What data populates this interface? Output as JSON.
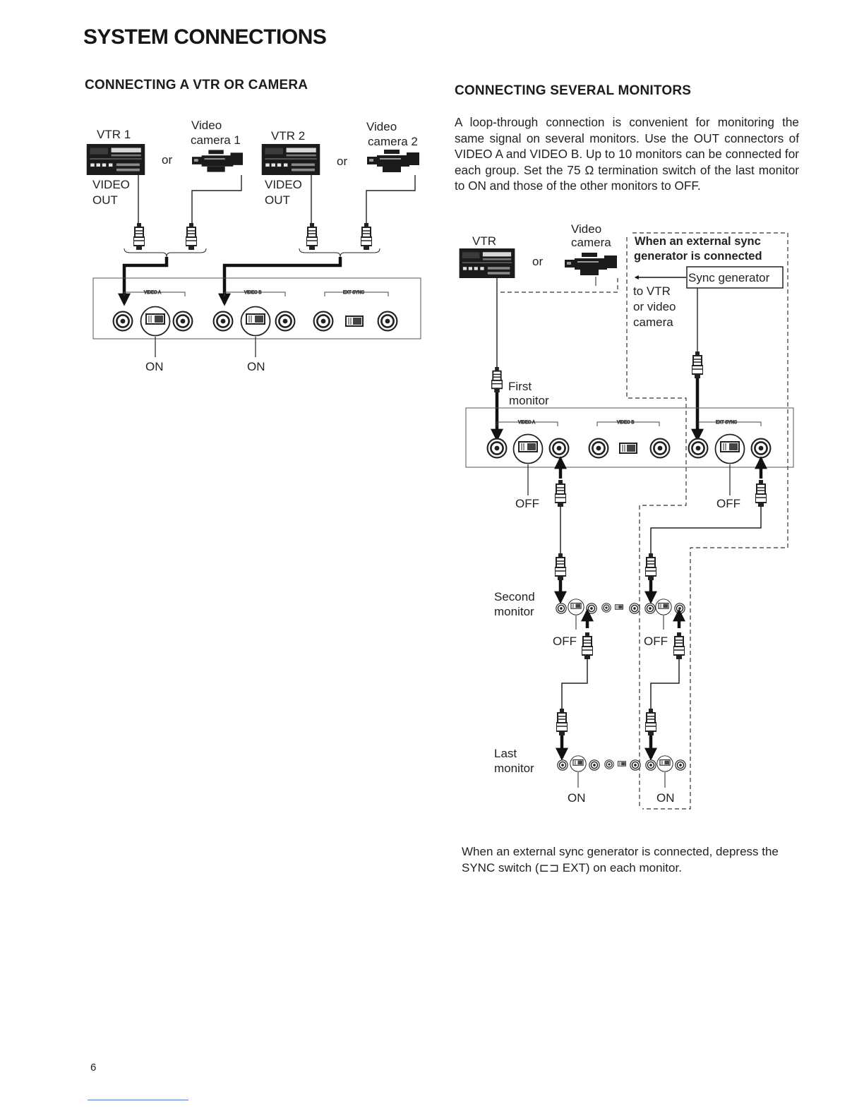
{
  "page": {
    "title": "SYSTEM CONNECTIONS",
    "page_number": "6"
  },
  "left_section": {
    "heading": "CONNECTING A VTR OR CAMERA",
    "labels": {
      "vtr1": "VTR 1",
      "vtr2": "VTR 2",
      "camera1_line1": "Video",
      "camera1_line2": "camera 1",
      "camera2_line1": "Video",
      "camera2_line2": "camera 2",
      "or": "or",
      "video_out_line1": "VIDEO",
      "video_out_line2": "OUT",
      "switch_on": "ON"
    }
  },
  "right_section": {
    "heading": "CONNECTING SEVERAL MONITORS",
    "intro": "A loop-through connection is convenient for monitoring the same signal on several monitors. Use the OUT connectors of VIDEO A and VIDEO B. Up to 10 monitors can be connected for each group. Set the 75 Ω termination switch of the last monitor to ON and those of the other monitors to OFF.",
    "labels": {
      "vtr": "VTR",
      "camera_line1": "Video",
      "camera_line2": "camera",
      "or": "or",
      "sync_box_line1": "When an external sync",
      "sync_box_line2": "generator is connected",
      "sync_generator": "Sync generator",
      "to_vtr_line1": "to VTR",
      "to_vtr_line2": "or video",
      "to_vtr_line3": "camera",
      "first_monitor_line1": "First",
      "first_monitor_line2": "monitor",
      "second_monitor_line1": "Second",
      "second_monitor_line2": "monitor",
      "last_monitor_line1": "Last",
      "last_monitor_line2": "monitor",
      "off": "OFF",
      "on": "ON"
    },
    "note": "When an external sync generator is connected, depress the SYNC switch (⊏⊐ EXT) on each monitor."
  }
}
